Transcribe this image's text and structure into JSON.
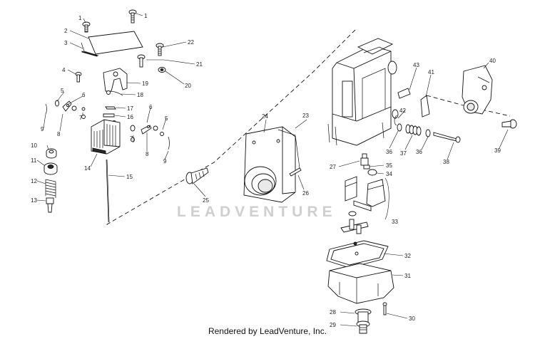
{
  "watermark": {
    "text": "LEADVENTURE"
  },
  "credit": "Rendered by LeadVenture, Inc.",
  "callouts": [
    "1",
    "1",
    "2",
    "3",
    "4",
    "5",
    "6",
    "7",
    "8",
    "9",
    "10",
    "11",
    "12",
    "13",
    "14",
    "15",
    "16",
    "17",
    "18",
    "19",
    "20",
    "21",
    "22",
    "23",
    "24",
    "25",
    "26",
    "27",
    "28",
    "29",
    "30",
    "31",
    "32",
    "33",
    "34",
    "35",
    "36",
    "36",
    "37",
    "38",
    "39",
    "40",
    "41",
    "42",
    "43",
    "5",
    "6",
    "7",
    "8",
    "9"
  ]
}
